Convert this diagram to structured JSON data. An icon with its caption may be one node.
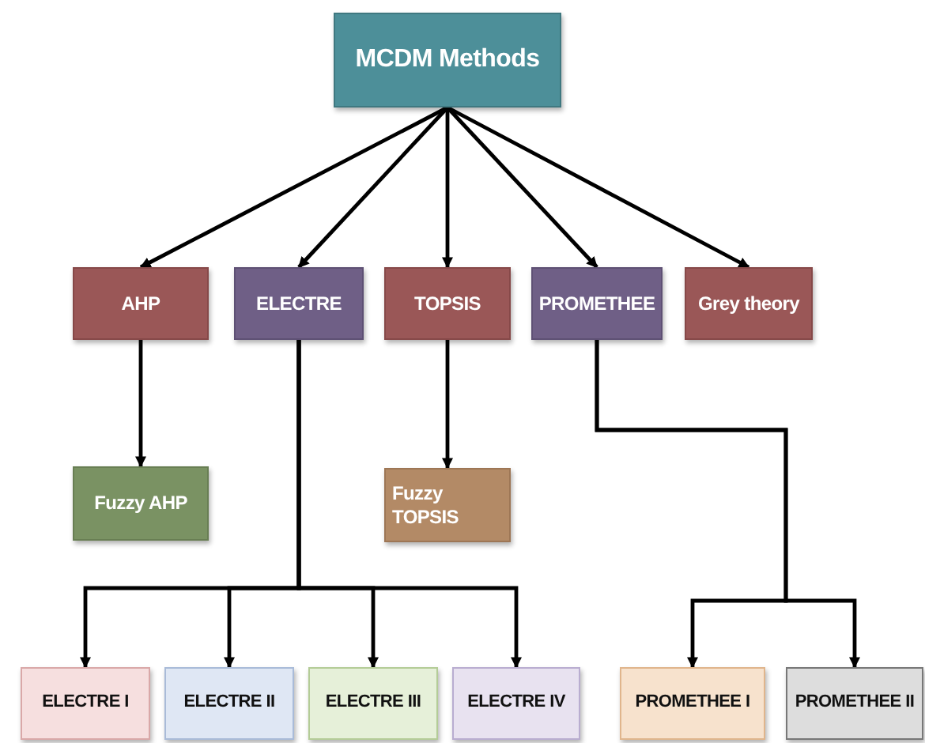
{
  "diagram": {
    "nodes": [
      {
        "text": [
          "MCDM Methods"
        ]
      },
      {
        "text": [
          "AHP"
        ]
      },
      {
        "text": [
          "ELECTRE"
        ]
      },
      {
        "text": [
          "TOPSIS"
        ]
      },
      {
        "text": [
          "PROMETHEE"
        ]
      },
      {
        "text": [
          "Grey theory"
        ]
      },
      {
        "text": [
          "Fuzzy AHP"
        ]
      },
      {
        "text": [
          "Fuzzy TOPSIS"
        ]
      },
      {
        "text": [
          "ELECTRE I"
        ]
      },
      {
        "text": [
          "ELECTRE II"
        ]
      },
      {
        "text": [
          "ELECTRE III"
        ]
      },
      {
        "text": [
          "ELECTRE IV"
        ]
      },
      {
        "text": [
          "PROMETHEE I"
        ]
      },
      {
        "text": [
          "PROMETHEE II"
        ]
      }
    ],
    "edges": [
      {
        "from": 0,
        "to": 1,
        "arrow": "to"
      },
      {
        "from": 0,
        "to": 2,
        "arrow": "to"
      },
      {
        "from": 0,
        "to": 3,
        "arrow": "to"
      },
      {
        "from": 0,
        "to": 4,
        "arrow": "to"
      },
      {
        "from": 0,
        "to": 5,
        "arrow": "to"
      },
      {
        "from": 1,
        "to": 6,
        "arrow": "to"
      },
      {
        "from": 3,
        "to": 7,
        "arrow": "to"
      },
      {
        "from": 2,
        "to": 8,
        "arrow": "to"
      },
      {
        "from": 2,
        "to": 9,
        "arrow": "to"
      },
      {
        "from": 2,
        "to": 10,
        "arrow": "to"
      },
      {
        "from": 2,
        "to": 11,
        "arrow": "to"
      },
      {
        "from": 4,
        "to": 12,
        "arrow": "to"
      },
      {
        "from": 4,
        "to": 13,
        "arrow": "to"
      }
    ]
  }
}
